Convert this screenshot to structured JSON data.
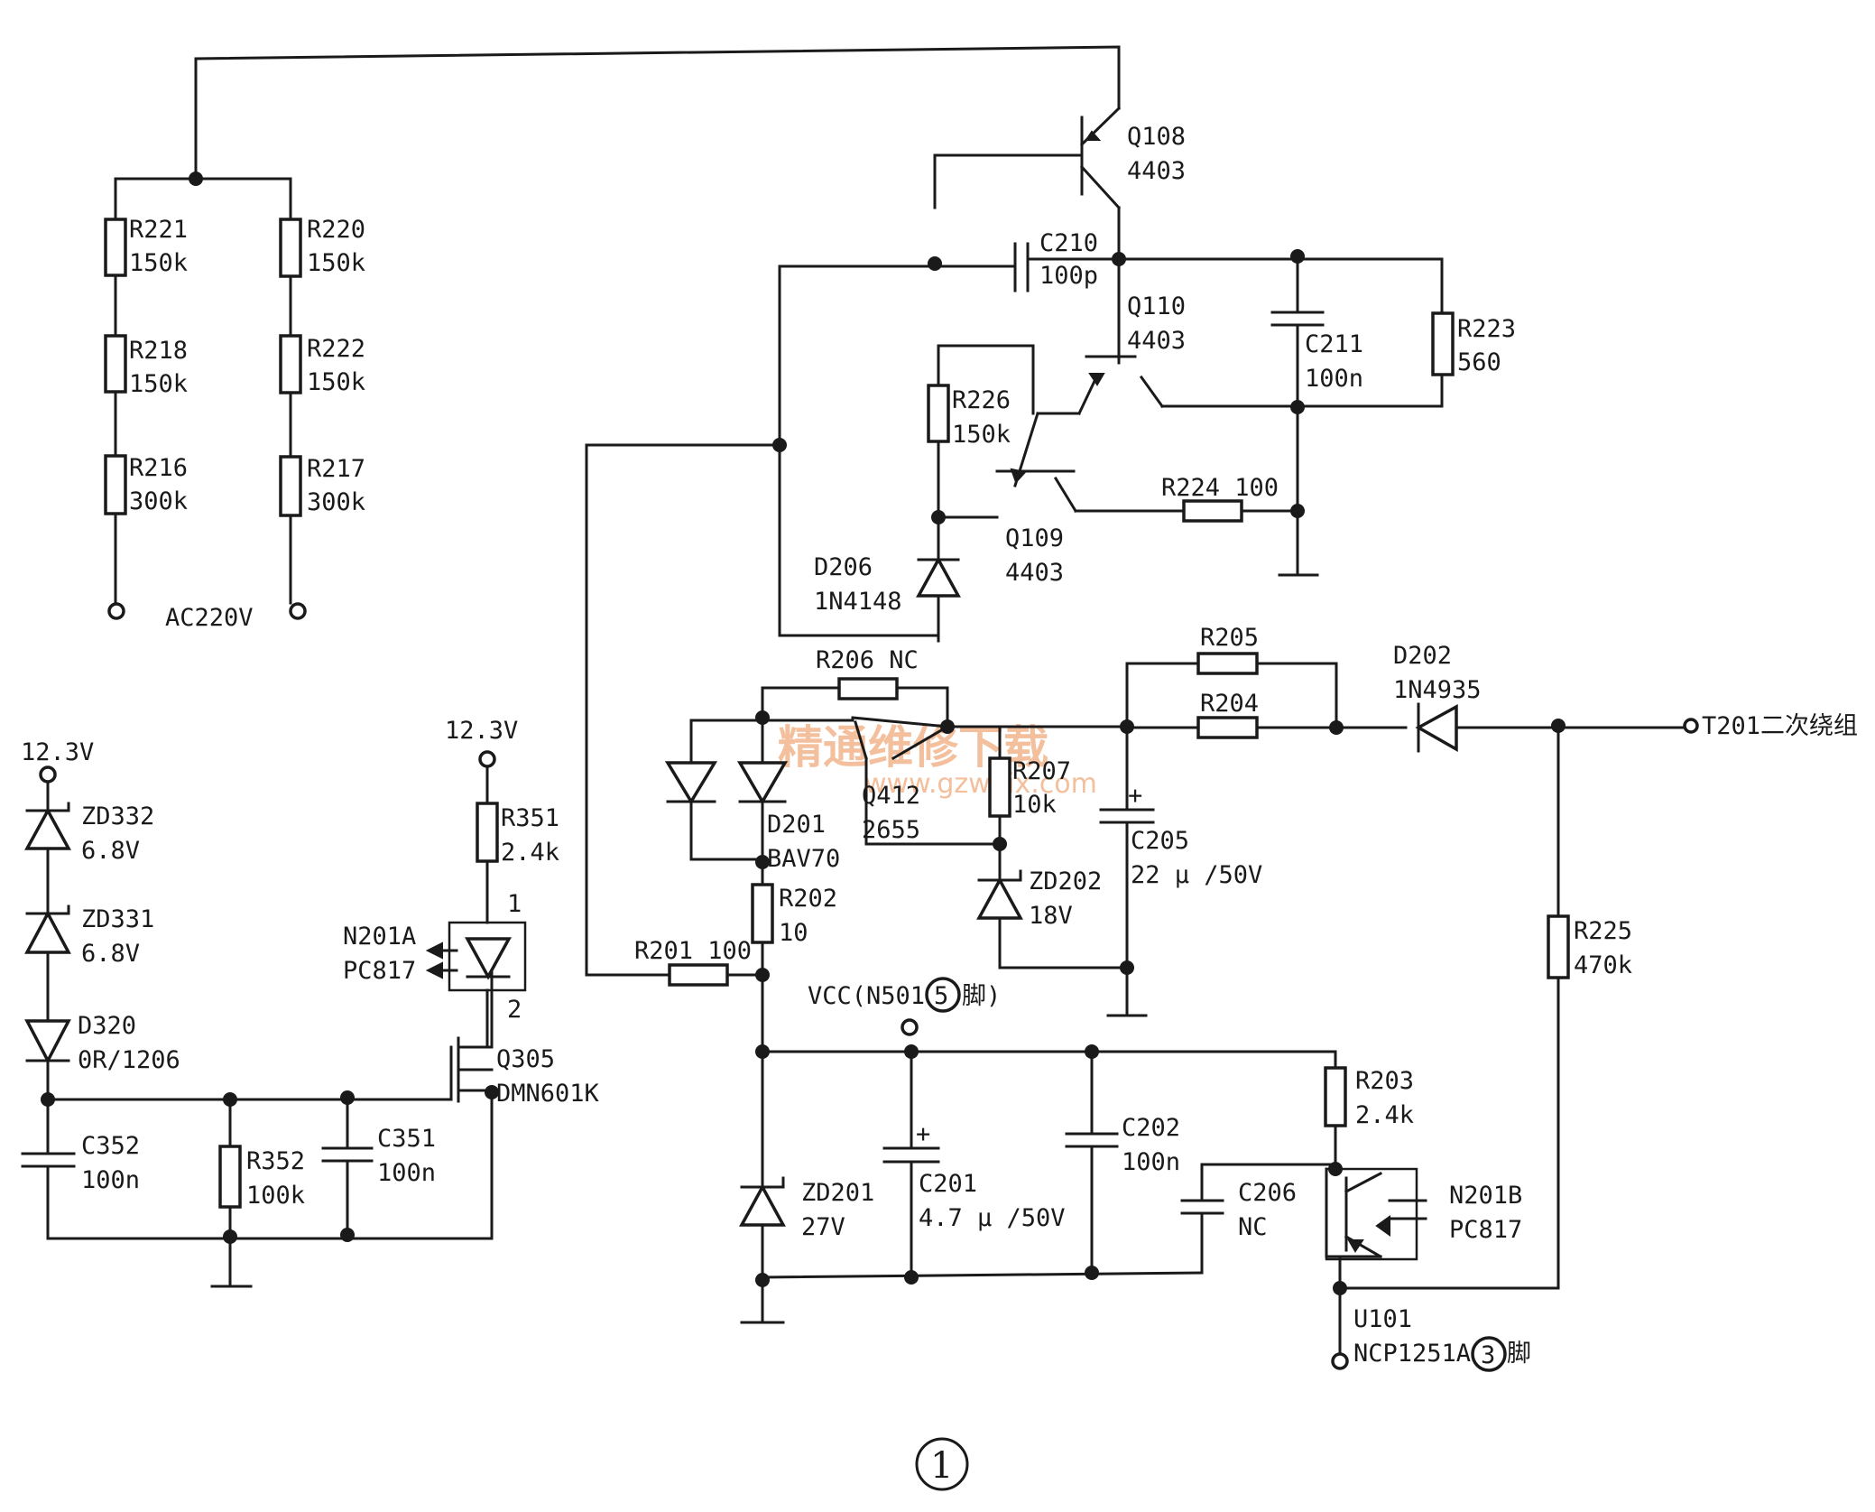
{
  "labels": {
    "r221": "R221",
    "r221_v": "150k",
    "r220": "R220",
    "r220_v": "150k",
    "r218": "R218",
    "r218_v": "150k",
    "r222": "R222",
    "r222_v": "150k",
    "r216": "R216",
    "r216_v": "300k",
    "r217": "R217",
    "r217_v": "300k",
    "ac": "AC220V",
    "q108": "Q108",
    "q108_v": "4403",
    "c210": "C210",
    "c210_v": "100p",
    "q110": "Q110",
    "q110_v": "4403",
    "c211": "C211",
    "c211_v": "100n",
    "r223": "R223",
    "r223_v": "560",
    "r226": "R226",
    "r226_v": "150k",
    "r224": "R224 100",
    "q109": "Q109",
    "q109_v": "4403",
    "d206": "D206",
    "d206_v": "1N4148",
    "r206": "R206 NC",
    "r205": "R205",
    "r204": "R204",
    "d202": "D202",
    "d202_v": "1N4935",
    "t201": "T201二次绕组",
    "q412": "Q412",
    "q412_v": "2655",
    "r207": "R207",
    "r207_v": "10k",
    "c205": "C205",
    "c205_v": "22 μ /50V",
    "d201": "D201",
    "d201_v": "BAV70",
    "zd202": "ZD202",
    "zd202_v": "18V",
    "r202": "R202",
    "r202_v": "10",
    "r201": "R201 100",
    "vcc": "VCC(N501",
    "pin5": "5",
    "jiao": "脚)",
    "r225": "R225",
    "r225_v": "470k",
    "v123_left": "12.3V",
    "v123_mid": "12.3V",
    "zd332": "ZD332",
    "zd332_v": "6.8V",
    "zd331": "ZD331",
    "zd331_v": "6.8V",
    "d320": "D320",
    "d320_v": "0R/1206",
    "r351": "R351",
    "r351_v": "2.4k",
    "n201a": "N201A",
    "n201a_v": "PC817",
    "pin1": "1",
    "pin2": "2",
    "q305": "Q305",
    "q305_v": "DMN601K",
    "c352": "C352",
    "c352_v": "100n",
    "r352": "R352",
    "r352_v": "100k",
    "c351": "C351",
    "c351_v": "100n",
    "zd201": "ZD201",
    "zd201_v": "27V",
    "c201": "C201",
    "c201_v": "4.7 μ /50V",
    "c202": "C202",
    "c202_v": "100n",
    "c206": "C206",
    "c206_v": "NC",
    "r203": "R203",
    "r203_v": "2.4k",
    "n201b": "N201B",
    "n201b_v": "PC817",
    "u101": "U101",
    "u101_v": "NCP1251A",
    "pin3": "3",
    "jiao2": "脚",
    "fig": "1"
  },
  "watermark": {
    "cn": "精通维修下载",
    "url": "www.gzweix.com"
  }
}
